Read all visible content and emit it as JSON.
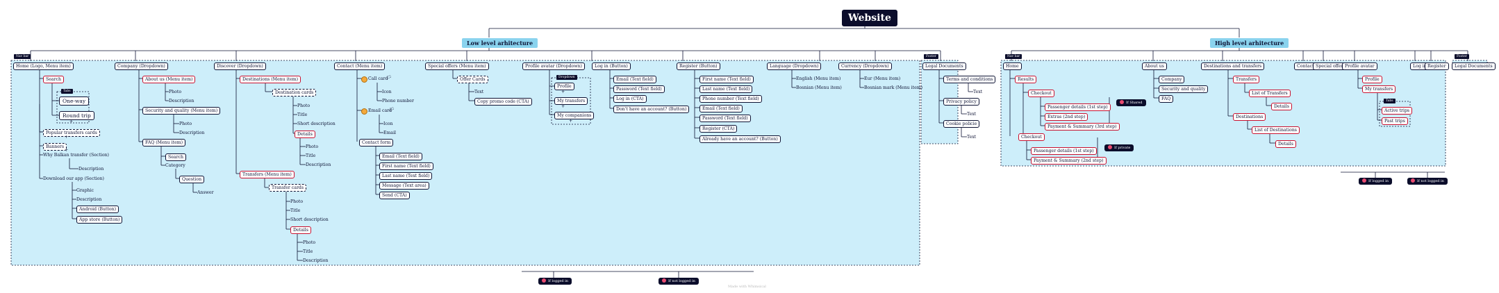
{
  "title": "Website",
  "low_arch_title": "Low level arhitecture",
  "high_arch_title": "High level arhitecture",
  "tags": {
    "nav_bar": "Nav bar",
    "footer": "Footer",
    "dropdown": "Dropdown",
    "tabs": "Tabs"
  },
  "low": {
    "home": "Home (Logo, Menu item)",
    "search": "Search",
    "one_way": "One-way",
    "round_trip": "Round trip",
    "popular": "Popular transfers cards",
    "banners": "Banners",
    "why": "Why Balkan transfer (Section)",
    "why_desc": "Description",
    "download": "Download our app (Section)",
    "dl_graphic": "Graphic",
    "dl_desc": "Description",
    "android": "Android (Button)",
    "appstore": "App store (Button)",
    "company": "Company (Dropdown)",
    "about": "About us (Menu item)",
    "about_photo": "Photo",
    "about_desc": "Description",
    "security": "Security and quality (Menu item)",
    "sec_photo": "Photo",
    "sec_desc": "Description",
    "faq": "FAQ (Menu item)",
    "faq_search": "Search",
    "faq_cat": "Category",
    "faq_q": "Question",
    "faq_a": "Answer",
    "discover": "Discover (Dropdown)",
    "dest": "Destinations (Menu item)",
    "dest_cards": "Destination cards",
    "dc_photo": "Photo",
    "dc_title": "Title",
    "dc_short": "Short description",
    "dc_details": "Details",
    "dd_photo": "Photo",
    "dd_title": "Title",
    "dd_desc": "Description",
    "transfers": "Transfers (Menu item)",
    "tr_cards": "Transfer cards",
    "tc_photo": "Photo",
    "tc_title": "Title",
    "tc_short": "Short description",
    "tc_details": "Details",
    "td_photo": "Photo",
    "td_title": "Title",
    "td_desc": "Description",
    "contact": "Contact (Menu item)",
    "call": "Call card",
    "call_icon": "Icon",
    "call_phone": "Phone number",
    "email_card": "Email card",
    "em_icon": "Icon",
    "em_email": "Email",
    "contact_form": "Contact form",
    "cf_email": "Email (Text field)",
    "cf_first": "First name (Text field)",
    "cf_last": "Last name (Text field)",
    "cf_msg": "Message (Text area)",
    "cf_send": "Send (CTA)",
    "special": "Special offers (Menu item)",
    "offer_cards": "Offer Cards",
    "oc_text": "Text",
    "oc_copy": "Copy promo code (CTA)",
    "profile": "Profile avatar (Dropdown)",
    "pr_profile": "Profile",
    "pr_transfers": "My transfers",
    "pr_companions": "My companions",
    "login": "Log in (Button)",
    "li_email": "Email (Text field)",
    "li_pass": "Password (Text field)",
    "li_cta": "Log in (CTA)",
    "li_noacc": "Don't have an account? (Button)",
    "register": "Register (Button)",
    "rg_first": "First name (Text field)",
    "rg_last": "Last name (Text field)",
    "rg_phone": "Phone number (Text field)",
    "rg_email": "Email (Text field)",
    "rg_pass": "Password (Text field)",
    "rg_cta": "Register (CTA)",
    "rg_already": "Already have an account? (Button)",
    "language": "Language (Dropdown)",
    "lg_en": "English (Menu item)",
    "lg_bs": "Bosnian (Menu item)",
    "currency": "Currency (Dropdown)",
    "cu_eur": "Eur (Menu item)",
    "cu_bam": "Bosnian mark (Menu item)",
    "legal": "Legal Documents",
    "lg_terms": "Terms and conditions",
    "lg_terms_t": "Text",
    "lg_privacy": "Privacy policy",
    "lg_privacy_t": "Text",
    "lg_cookie": "Cookie policie",
    "lg_cookie_t": "Text",
    "plus": "+",
    "flag": "🏳"
  },
  "high": {
    "home": "Home",
    "results": "Results",
    "checkout": "Checkout",
    "passenger": "Passenger details (1st step)",
    "extras": "Extras (2nd step)",
    "payment": "Payment & Summary (3rd step)",
    "if_shared": "If Shared",
    "checkout2": "Checkout",
    "passenger2": "Passenger details (1st step)",
    "payment2": "Payment & Summary (2nd step)",
    "if_private": "If private",
    "about": "About us",
    "company": "Company",
    "security": "Security and quality",
    "faq": "FAQ",
    "dest_transfers": "Destinations and transfers",
    "transfers": "Transfers",
    "list_transfers": "List of Transfers",
    "tr_details": "Details",
    "destinations": "Destinations",
    "list_dest": "List of Destinations",
    "de_details": "Details",
    "contact": "Contact",
    "special": "Special offers",
    "profile": "Profile avatar",
    "pr_profile": "Profile",
    "pr_transfers": "My transfers",
    "active": "Active trips",
    "past": "Past trips",
    "login": "Log in",
    "register": "Register",
    "legal": "Legal Documents"
  },
  "legend": {
    "logged_in": "If logged in",
    "not_logged_in": "If not logged in"
  },
  "credit": "Whimsical",
  "credit_prefix": "Made with"
}
